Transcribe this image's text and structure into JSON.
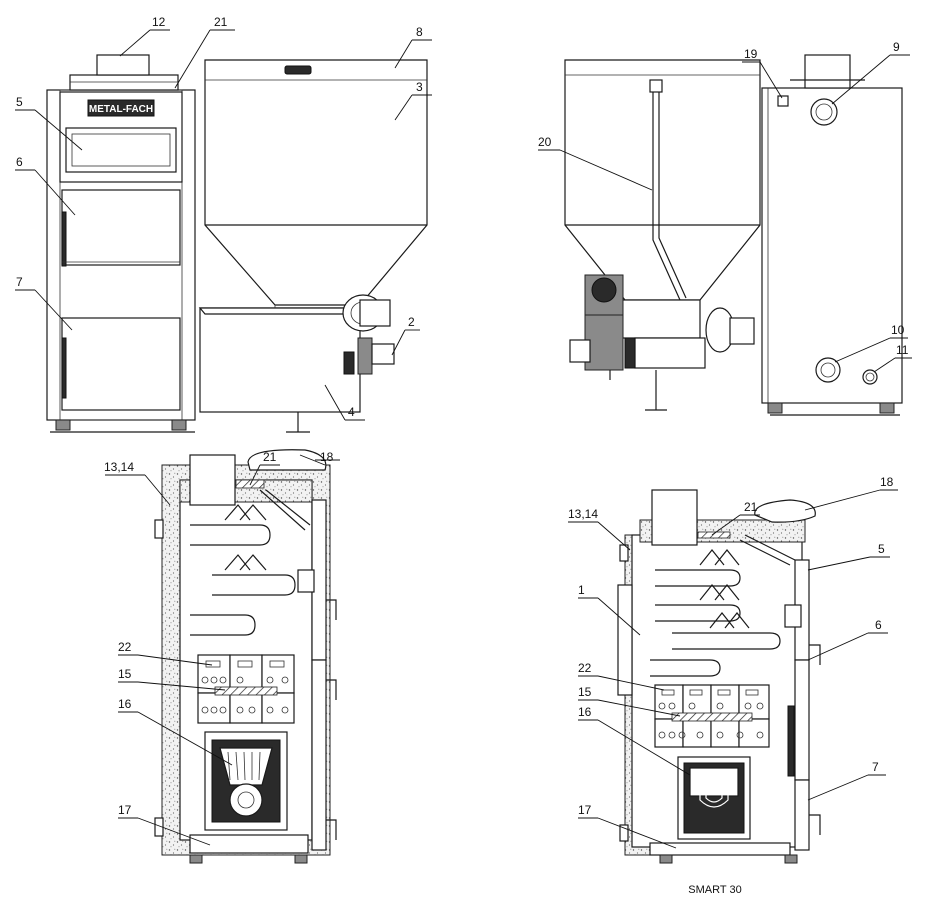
{
  "brand": "METAL-FACH",
  "caption": "SMART 30",
  "callouts": {
    "front": [
      "12",
      "21",
      "8",
      "3",
      "5",
      "6",
      "7",
      "2",
      "4"
    ],
    "rear": [
      "19",
      "9",
      "20",
      "10",
      "11"
    ],
    "section_left": [
      "13,14",
      "21",
      "18",
      "22",
      "15",
      "16",
      "17"
    ],
    "section_right": [
      "13,14",
      "21",
      "18",
      "5",
      "1",
      "6",
      "22",
      "15",
      "16",
      "7",
      "17"
    ]
  }
}
